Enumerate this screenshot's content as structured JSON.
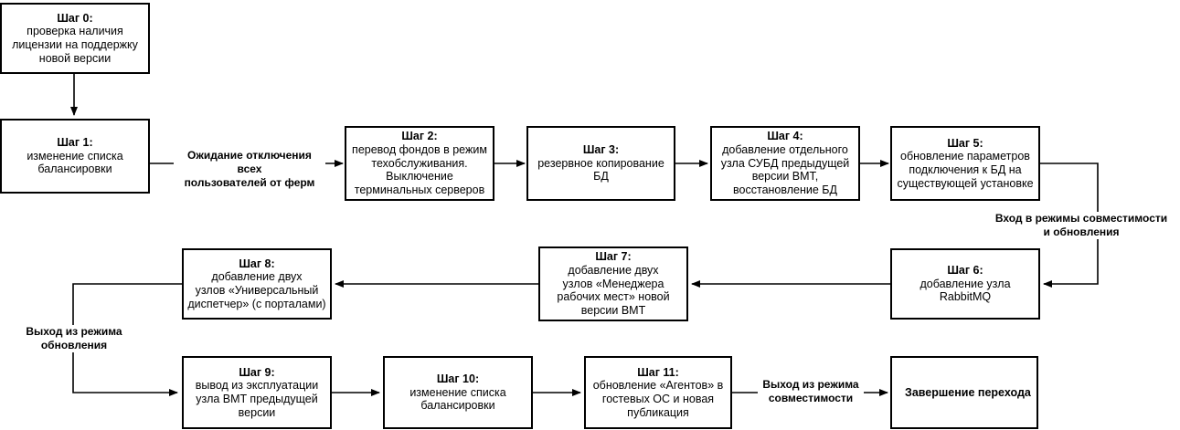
{
  "diagram": {
    "title_present": false,
    "colors": {
      "background": "#ffffff",
      "stroke": "#000000",
      "text": "#000000"
    },
    "nodes": [
      {
        "id": "step0",
        "title": "Шаг 0:",
        "body": "проверка наличия\nлицензии на поддержку\nновой версии"
      },
      {
        "id": "step1",
        "title": "Шаг 1:",
        "body": "изменение списка\nбалансировки"
      },
      {
        "id": "step2",
        "title": "Шаг 2:",
        "body": "перевод фондов в режим\nтехобслуживания.\nВыключение\nтерминальных серверов"
      },
      {
        "id": "step3",
        "title": "Шаг 3:",
        "body": "резервное копирование БД"
      },
      {
        "id": "step4",
        "title": "Шаг 4:",
        "body": "добавление отдельного\nузла СУБД предыдущей\nверсии BMT,\nвосстановление БД"
      },
      {
        "id": "step5",
        "title": "Шаг 5:",
        "body": "обновление параметров\nподключения к БД на\nсуществующей установке"
      },
      {
        "id": "step6",
        "title": "Шаг 6:",
        "body": "добавление узла RabbitMQ"
      },
      {
        "id": "step7",
        "title": "Шаг 7:",
        "body": "добавление двух\nузлов «Менеджера\nрабочих мест» новой\nверсии BMT"
      },
      {
        "id": "step8",
        "title": "Шаг 8:",
        "body": "добавление двух\nузлов «Универсальный\nдиспетчер» (с порталами)"
      },
      {
        "id": "step9",
        "title": "Шаг 9:",
        "body": "вывод из эксплуатации\nузла BMT предыдущей\nверсии"
      },
      {
        "id": "step10",
        "title": "Шаг 10:",
        "body": "изменение списка\nбалансировки"
      },
      {
        "id": "step11",
        "title": "Шаг 11:",
        "body": "обновление «Агентов» в\nгостевых ОС и новая\nпубликация"
      },
      {
        "id": "finish",
        "title": "Завершение перехода",
        "body": ""
      }
    ],
    "edge_labels": [
      {
        "id": "wait-users",
        "text": "Ожидание отключения всех\nпользователей от ферм"
      },
      {
        "id": "enter-compat",
        "text": "Вход в режимы совместимости\nи обновления"
      },
      {
        "id": "exit-update",
        "text": "Выход из режима\nобновления"
      },
      {
        "id": "exit-compat",
        "text": "Выход из режима\nсовместимости"
      }
    ]
  }
}
